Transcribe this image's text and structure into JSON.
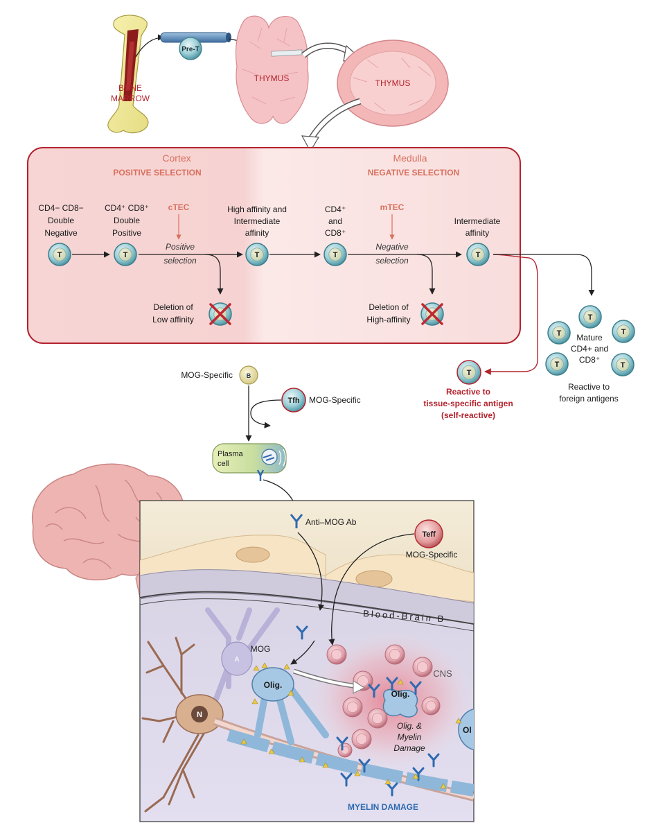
{
  "origin": {
    "bone_marrow": [
      "BONE",
      "MARROW"
    ],
    "pre_t": "Pre-T",
    "thymus_gland": "THYMUS",
    "thymus_lobe": "THYMUS"
  },
  "selection": {
    "cortex": {
      "title": "Cortex",
      "subtitle": "POSITIVE SELECTION"
    },
    "medulla": {
      "title": "Medulla",
      "subtitle": "NEGATIVE SELECTION"
    },
    "stages": {
      "double_negative": [
        "CD4− CD8−",
        "Double",
        "Negative"
      ],
      "double_positive": [
        "CD4⁺ CD8⁺",
        "Double",
        "Positive"
      ],
      "high_intermediate": [
        "High affinity and",
        "Intermediate",
        "affinity"
      ],
      "single_positive": [
        "CD4⁺",
        "and",
        "CD8⁺"
      ],
      "intermediate": [
        "Intermediate",
        "affinity"
      ]
    },
    "ctec": "cTEC",
    "mtec": "mTEC",
    "positive_selection": [
      "Positive",
      "selection"
    ],
    "negative_selection": [
      "Negative",
      "selection"
    ],
    "deletion_low": [
      "Deletion of",
      "Low affinity"
    ],
    "deletion_high": [
      "Deletion of",
      "High-affinity"
    ],
    "t_letter": "T"
  },
  "outcomes": {
    "self_reactive": [
      "Reactive to",
      "tissue-specific antigen",
      "(self-reactive)"
    ],
    "mature": [
      "Mature",
      "CD4+ and",
      "CD8⁺"
    ],
    "foreign": [
      "Reactive to",
      "foreign antigens"
    ]
  },
  "antibody_path": {
    "b_label": "MOG-Specific",
    "b_letter": "B",
    "tfh_letter": "Tfh",
    "tfh_label": "MOG-Specific",
    "plasma": [
      "Plasma",
      "cell"
    ],
    "anti_mog": "Anti–MOG Ab",
    "teff_letter": "Teff",
    "teff_label": "MOG-Specific"
  },
  "cns": {
    "bbb": "Blood-Brain B",
    "mog": "MOG",
    "olig": "Olig.",
    "olig_edge": "Ol",
    "neuron": "N",
    "astrocyte": "A",
    "cns": "CNS",
    "damage": [
      "Olig. &",
      "Myelin",
      "Damage"
    ],
    "myelin_damage": "MYELIN DAMAGE"
  },
  "colors": {
    "red": "#b3232e",
    "salmon": "#d9705f",
    "panel_fill": "#f7dada",
    "cell_teal": "#8fc6cf",
    "olig_blue": "#8fb7d9",
    "brain_pink": "#eeb4b2",
    "purple": "#b8b1d8"
  }
}
